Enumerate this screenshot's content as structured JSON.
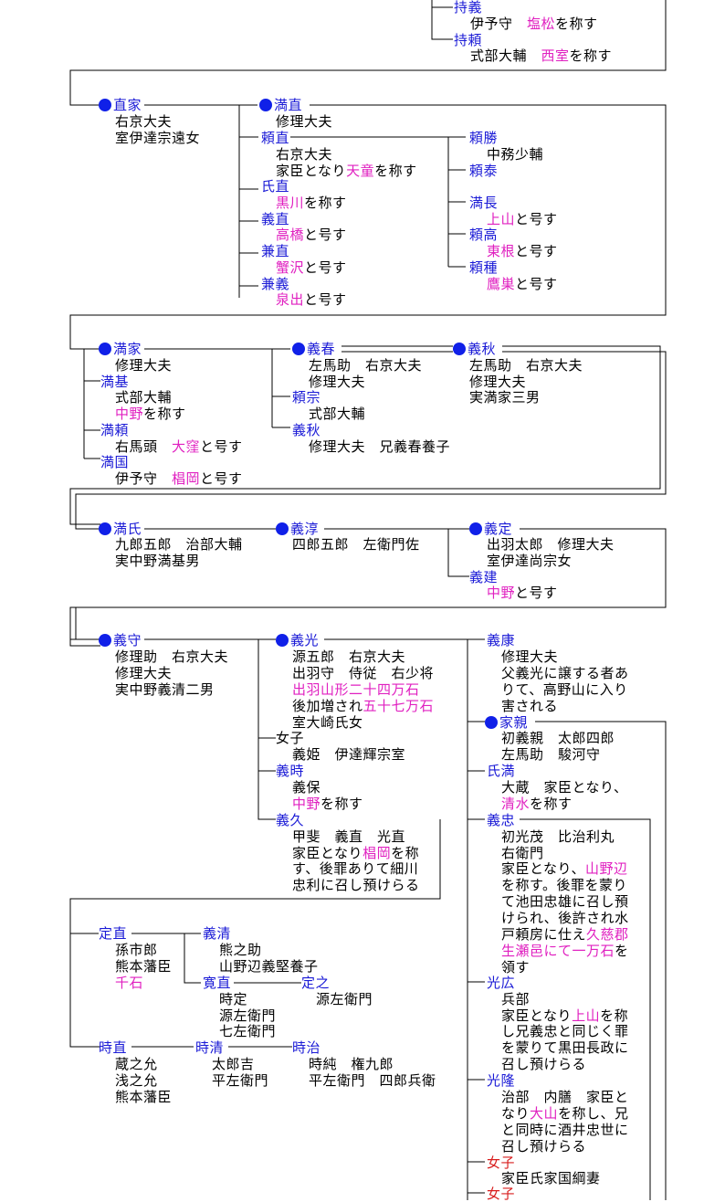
{
  "colors": {
    "name": "#1a1ad6",
    "place": "#e020c0",
    "female": "#d81e1e",
    "dot": "#1020e8",
    "line": "#000000"
  },
  "lines": [
    "#伊予守 #塩松を称す",
    "#式部大輔 #西室を称す",
    "#右京大夫",
    "#室伊達宗遠女",
    "#修理大夫",
    "#右京大夫",
    "#家臣となり天童を称す",
    "#中務少輔",
    "#黒川を称す",
    "#上山と号す",
    "#高橋と号す",
    "#東根と号す",
    "#蟹沢と号す",
    "#鷹巣と号す",
    "#泉出と号す",
    "#修理大夫",
    "#左馬助 右京大夫",
    "#左馬助 右京大夫",
    "#式部大輔",
    "#修理大夫",
    "#修理大夫",
    "#中野を称す",
    "#実満家三男",
    "#式部大輔",
    "#右馬頭 大窪と号す",
    "#修理大夫 兄義春養子",
    "#伊予守 椙岡と号す",
    "#九郎五郎 治部大輔",
    "#四郎五郎 左衛門佐",
    "#出羽太郎 修理大夫",
    "#実中野満基男",
    "#室伊達尚宗女",
    "#中野と号す",
    "#修理助 右京大夫",
    "#源五郎 右京大夫",
    "#修理大夫",
    "#修理大夫",
    "#出羽守 侍従 右少将",
    "#父義光に譲する者あ",
    "#実中野義清二男",
    "#出羽山形二十四万石",
    "#りて、高野山に入り",
    "#後加増され五十七万石",
    "#害される",
    "#室大崎氏女",
    "#初義親 太郎四郎",
    "#左馬助 駿河守",
    "#義姫 伊達輝宗室",
    "#大蔵 家臣となり、",
    "#義保",
    "#清水を称す",
    "#中野を称す",
    "#甲斐 義直 光直",
    "#初光茂 比治利丸",
    "#家臣となり椙岡を称",
    "#右衛門",
    "#す、後罪ありて細川",
    "#家臣となり、山野辺",
    "#忠利に召し預けらる",
    "#を称す。後罪を蒙り",
    "#て池田忠雄に召し預",
    "#熊之助",
    "#けられ、後許され水",
    "#孫市郎",
    "#山野辺義堅養子",
    "#戸頼房に仕え久慈郡",
    "#熊本藩臣",
    "#生瀬邑にて一万石を",
    "#千石",
    "#領す",
    "#時定",
    "#源左衛門",
    "#兵部",
    "#源左衛門",
    "#家臣となり上山を称",
    "#七左衛門",
    "#し兄義忠と同じく罪",
    "#を蒙りて黒田長政に",
    "#蔵之允",
    "#太郎吉",
    "#時純 権九郎",
    "#召し預けらる",
    "#浅之允",
    "#平左衛門",
    "#平左衛門 四郎兵衛",
    "#治部 内膳 家臣と",
    "#熊本藩臣",
    "#なり大山を称し、兄",
    "#と同時に酒井忠世に",
    "#召し預けらる",
    "#家臣氏家国綱妻"
  ],
  "names": [
    "持義",
    "持頼",
    "直家",
    "満直",
    "頼直",
    "頼勝",
    "頼泰",
    "氏直",
    "満長",
    "義直",
    "頼高",
    "兼直",
    "頼種",
    "兼義",
    "満家",
    "義春",
    "義秋",
    "満基",
    "頼宗",
    "義秋",
    "満頼",
    "満国",
    "満氏",
    "義淳",
    "義定",
    "義建",
    "義守",
    "義光",
    "義康",
    "家親",
    "女子",
    "氏満",
    "義時",
    "義忠",
    "義久",
    "定直",
    "義清",
    "寛直",
    "定之",
    "光広",
    "時直",
    "時清",
    "時治",
    "光隆",
    "女子",
    "女子"
  ]
}
